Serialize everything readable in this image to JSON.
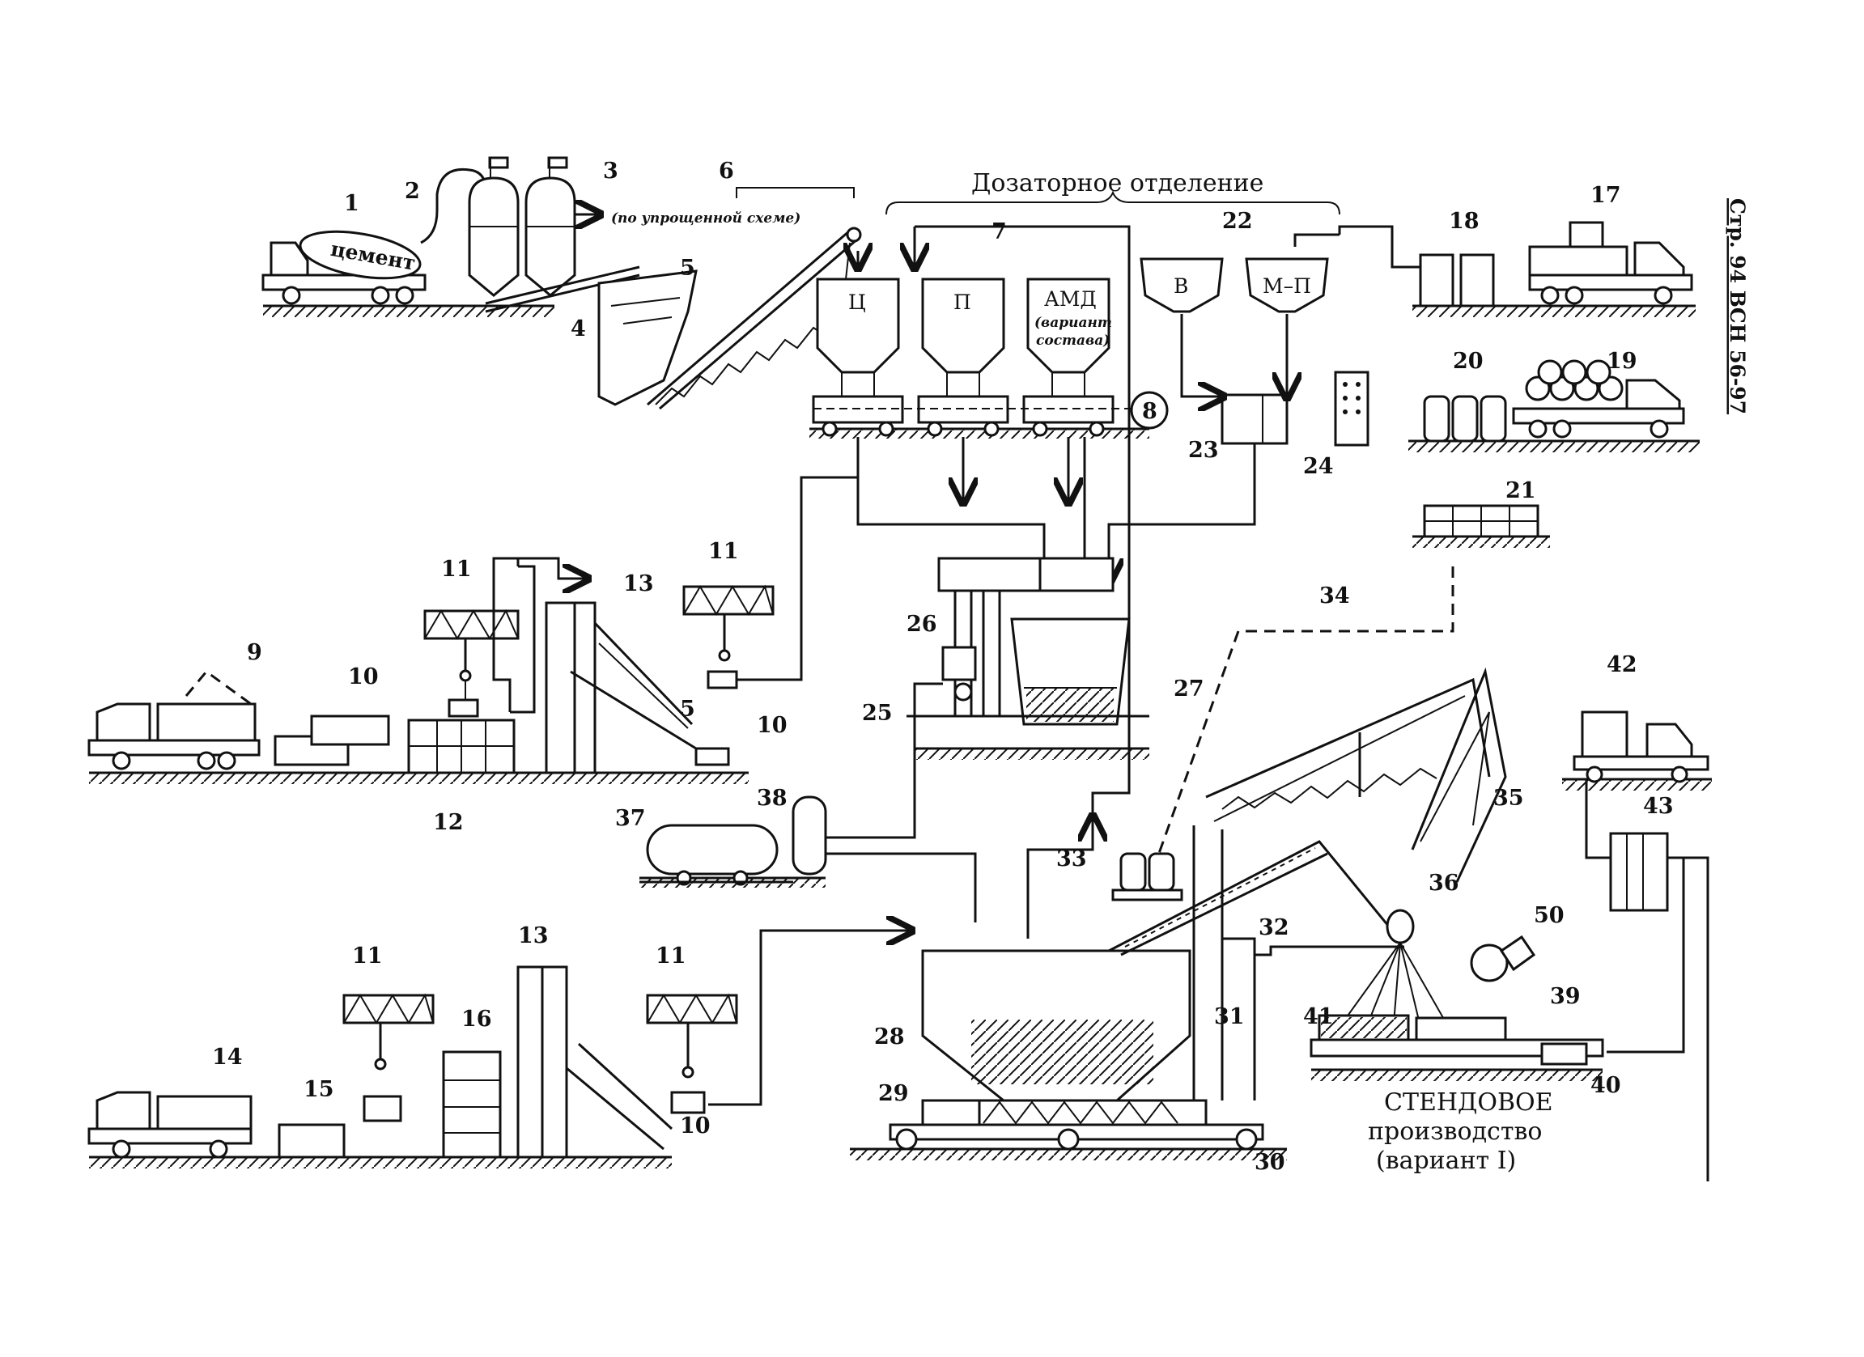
{
  "header": {
    "section_title": "Дозаторное отделение",
    "page_ref": "Стр. 94 ВСН 56-97"
  },
  "labels": {
    "cement_tank": "цемент",
    "simplified_scheme": "(по упрощенной схеме)",
    "hopper_c": "Ц",
    "hopper_p": "П",
    "hopper_amd": "АМД",
    "hopper_amd_note_1": "(вариант",
    "hopper_amd_note_2": "состава)",
    "hopper_v": "В",
    "hopper_mp": "М–П",
    "stand_line_1": "СТЕНДОВОЕ",
    "stand_line_2": "производство",
    "stand_line_3": "(вариант I)"
  },
  "numbers": {
    "n1": "1",
    "n2": "2",
    "n3": "3",
    "n4": "4",
    "n5a": "5",
    "n5b": "5",
    "n6": "6",
    "n7": "7",
    "n8": "8",
    "n9": "9",
    "n10a": "10",
    "n10b": "10",
    "n10c": "10",
    "n11a": "11",
    "n11b": "11",
    "n11c": "11",
    "n11d": "11",
    "n12": "12",
    "n13a": "13",
    "n13b": "13",
    "n14": "14",
    "n15": "15",
    "n16": "16",
    "n17": "17",
    "n18": "18",
    "n19": "19",
    "n20": "20",
    "n21": "21",
    "n22": "22",
    "n23": "23",
    "n24": "24",
    "n25": "25",
    "n26": "26",
    "n27": "27",
    "n28": "28",
    "n29": "29",
    "n30": "30",
    "n31": "31",
    "n32": "32",
    "n33": "33",
    "n34": "34",
    "n35": "35",
    "n36": "36",
    "n37": "37",
    "n38": "38",
    "n39": "39",
    "n40": "40",
    "n41": "41",
    "n42": "42",
    "n43": "43",
    "n50": "50"
  }
}
